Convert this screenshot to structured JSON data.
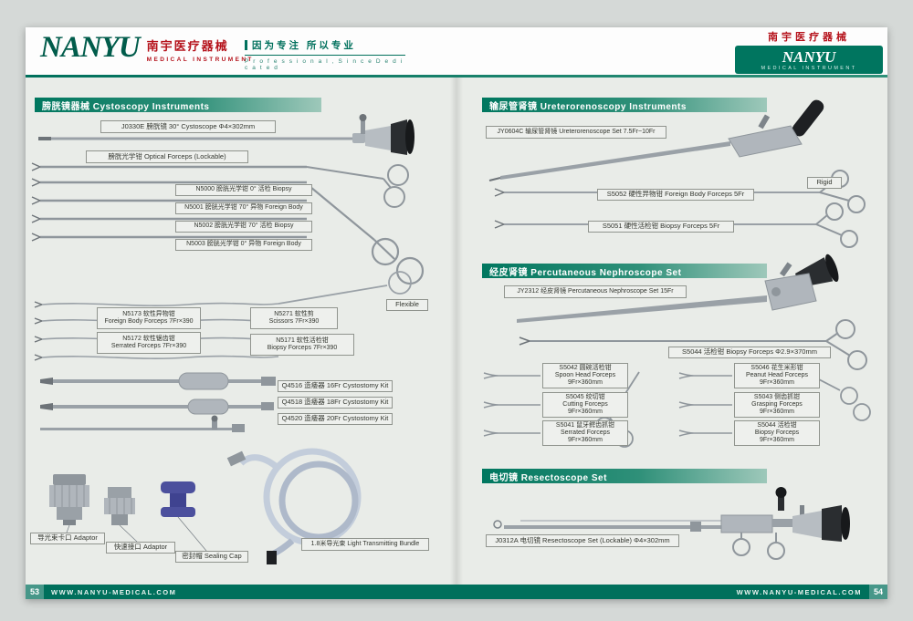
{
  "colors": {
    "brand_teal": "#00755f",
    "brand_red": "#b5121b",
    "footer_teal": "#00705c"
  },
  "header": {
    "brand": "NANYU",
    "brand_cn": "南宇医疗器械",
    "brand_sub": "MEDICAL  INSTRUMENT",
    "slogan_cn": "因为专注 所以专业",
    "slogan_en": "P r o f e s s i o n a l ,  S i n c e  D e d i c a t e d",
    "right_brand_cn": "南宇医疗器械",
    "right_brand": "NANYU",
    "right_brand_sub": "MEDICAL INSTRUMENT"
  },
  "footer": {
    "left_page": "53",
    "right_page": "54",
    "url": "WWW.NANYU-MEDICAL.COM"
  },
  "left": {
    "section_cysto": "膀胱镜器械 Cystoscopy Instruments",
    "cystoscope": "J0330E 膀胱镜 30°  Cystoscope  Φ4×302mm",
    "optical_forceps": "膀胱光学钳 Optical Forceps (Lockable)",
    "n5000": "N5000 膀胱光学钳  0°  活检 Biopsy",
    "n5001": "N5001 膀胱光学钳 70°  异物 Foreign Body",
    "n5002": "N5002 膀胱光学钳 70°  活检 Biopsy",
    "n5003": "N5003 膀胱光学钳  0°  异物 Foreign Body",
    "flexible": "Flexible",
    "n5173": {
      "l1": "N5173 软性异物钳",
      "l2": "Foreign Body Forceps 7Fr×390"
    },
    "n5271": {
      "l1": "N5271 软性剪",
      "l2": "Scissors 7Fr×390"
    },
    "n5172": {
      "l1": "N5172 软性锯齿钳",
      "l2": "Serrated Forceps 7Fr×390"
    },
    "n5171": {
      "l1": "N5171 软性活检钳",
      "l2": "Biopsy Forceps 7Fr×390"
    },
    "q4516": "Q4516 造瘘器 16Fr Cystostomy Kit",
    "q4518": "Q4518 造瘘器 18Fr Cystostomy Kit",
    "q4520": "Q4520 造瘘器 20Fr Cystostomy Kit",
    "adaptor1": "导光束卡口 Adaptor",
    "adaptor2": "快速接口 Adaptor",
    "sealing_cap": "密封帽 Sealing Cap",
    "light_bundle": "1.8米导光束  Light Transmitting Bundle"
  },
  "right": {
    "section_uretero": "输尿管肾镜 Ureterorenoscopy Instruments",
    "jy0604c": "JY0604C 输尿管肾镜 Ureterorenoscope Set 7.5Fr~10Fr",
    "rigid": "Rigid",
    "s5052": "S5052 硬性异物钳 Foreign Body Forceps 5Fr",
    "s5051": "S5051 硬性活检钳 Biopsy Forceps 5Fr",
    "section_nephro": "经皮肾镜 Percutaneous Nephroscope Set",
    "jy2312": "JY2312 经皮肾镜 Percutaneous Nephroscope Set 15Fr",
    "s5044_big": "S5044 活检钳 Biopsy Forceps Φ2.9×370mm",
    "s5042": {
      "l1": "S5042 圆碗活检钳",
      "l2": "Spoon Head Forceps",
      "l3": "9Fr×360mm"
    },
    "s5045": {
      "l1": "S5045 绞切钳",
      "l2": "Cutting Forceps",
      "l3": "9Fr×360mm"
    },
    "s5041": {
      "l1": "S5041 鼠牙鳄齿抓钳",
      "l2": "Serrated Forceps",
      "l3": "9Fr×360mm"
    },
    "s5046": {
      "l1": "S5046 花生米形钳",
      "l2": "Peanut Head Forceps",
      "l3": "9Fr×360mm"
    },
    "s5043": {
      "l1": "S5043 侧齿抓钳",
      "l2": "Grasping Forceps",
      "l3": "9Fr×360mm"
    },
    "s5044": {
      "l1": "S5044 活检钳",
      "l2": "Biopsy Forceps",
      "l3": "9Fr×360mm"
    },
    "section_resecto": "电切镜  Resectoscope Set",
    "j0312a": "J0312A 电切镜 Resectoscope Set (Lockable)  Φ4×302mm"
  }
}
